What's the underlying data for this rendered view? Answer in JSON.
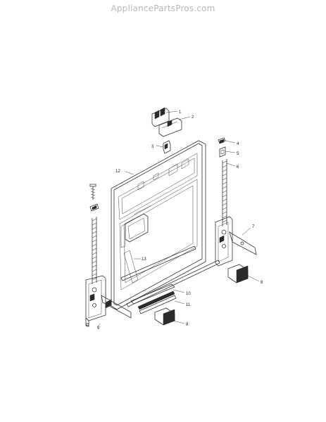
{
  "watermark": "AppliancePartsPros.com",
  "diagram": {
    "callouts": [
      "1",
      "2",
      "3",
      "4",
      "5",
      "6",
      "7",
      "8",
      "9",
      "10",
      "11",
      "12",
      "13",
      "8"
    ]
  }
}
